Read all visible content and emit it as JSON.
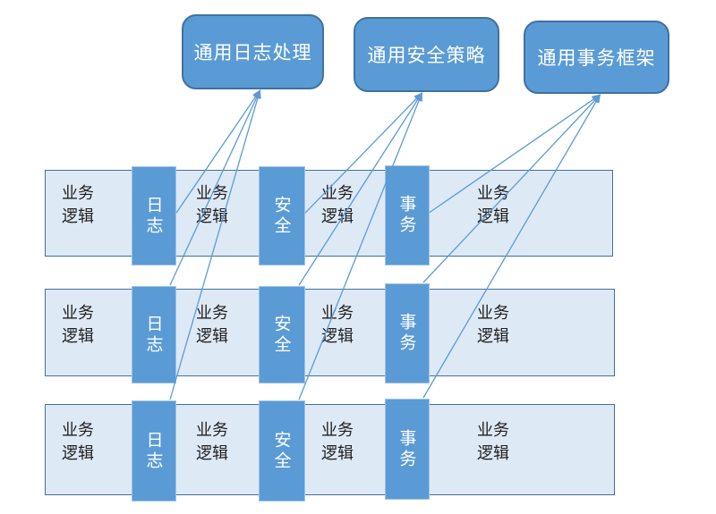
{
  "diagram": {
    "top_boxes": [
      {
        "id": "box-log",
        "label": "通用日志处理"
      },
      {
        "id": "box-security",
        "label": "通用安全策略"
      },
      {
        "id": "box-transaction",
        "label": "通用事务框架"
      }
    ],
    "rows": [
      {
        "cells": [
          "业务逻辑",
          "日志",
          "业务逻辑",
          "安全",
          "业务逻辑",
          "事务",
          "业务逻辑"
        ]
      },
      {
        "cells": [
          "业务逻辑",
          "日志",
          "业务逻辑",
          "安全",
          "业务逻辑",
          "事务",
          "业务逻辑"
        ]
      },
      {
        "cells": [
          "业务逻辑",
          "日志",
          "业务逻辑",
          "安全",
          "业务逻辑",
          "事务",
          "业务逻辑"
        ]
      }
    ],
    "edges": [
      {
        "from": "box-log",
        "to": "r0-log"
      },
      {
        "from": "box-log",
        "to": "r1-log"
      },
      {
        "from": "box-log",
        "to": "r2-log"
      },
      {
        "from": "box-security",
        "to": "r0-security"
      },
      {
        "from": "box-security",
        "to": "r1-security"
      },
      {
        "from": "box-security",
        "to": "r2-security"
      },
      {
        "from": "box-transaction",
        "to": "r0-transaction"
      },
      {
        "from": "box-transaction",
        "to": "r1-transaction"
      },
      {
        "from": "box-transaction",
        "to": "r2-transaction"
      }
    ],
    "colors": {
      "box_fill": "#5b9bd5",
      "box_border": "#41719c",
      "bar_fill": "#dee9f6",
      "bar_border": "#41719c",
      "block_fill": "#5b9bd5",
      "block_border": "#9dc3e6",
      "connector": "#5b9bd5",
      "text_dark": "#1f1f1f",
      "text_light": "#ffffff"
    }
  }
}
